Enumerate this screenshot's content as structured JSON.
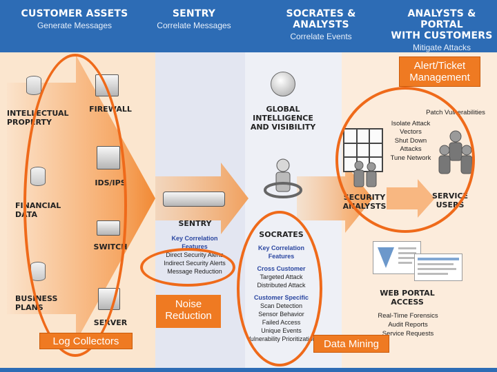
{
  "header": {
    "columns": [
      {
        "title": "CUSTOMER ASSETS",
        "subtitle": "Generate Messages"
      },
      {
        "title": "SENTRY",
        "subtitle": "Correlate Messages"
      },
      {
        "title": "SOCRATES & ANALYSTS",
        "subtitle": "Correlate Events"
      },
      {
        "title": "ANALYSTS & PORTAL",
        "title2": "WITH CUSTOMERS",
        "subtitle": "Mitigate Attacks"
      }
    ]
  },
  "assets": [
    {
      "line1": "INTELLECTUAL",
      "line2": "PROPERTY"
    },
    {
      "line1": "FINANCIAL",
      "line2": "DATA"
    },
    {
      "line1": "BUSINESS",
      "line2": "PLANS"
    }
  ],
  "devices": [
    "FIREWALL",
    "IDS/IPS",
    "SWITCH",
    "SERVER"
  ],
  "sentry": {
    "label": "SENTRY",
    "features_title1": "Key Correlation",
    "features_title2": "Features",
    "features": [
      "Direct Security Alerts",
      "Indirect Security Alerts",
      "Message Reduction"
    ]
  },
  "global": {
    "line1": "GLOBAL",
    "line2": "INTELLIGENCE",
    "line3": "AND VISIBILITY"
  },
  "socrates": {
    "label": "SOCRATES",
    "features_title1": "Key Correlation",
    "features_title2": "Features",
    "cross_customer_title": "Cross Customer",
    "cross_customer": [
      "Targeted Attack",
      "Distributed Attack"
    ],
    "customer_specific_title": "Customer Specific",
    "customer_specific": [
      "Scan Detection",
      "Sensor Behavior",
      "Failed Access",
      "Unique Events",
      "Vulnerability Prioritization"
    ]
  },
  "analysts": {
    "line1": "SECURITY",
    "line2": "ANALYSTS"
  },
  "service_users": {
    "line1": "SERVICE",
    "line2": "USERS"
  },
  "actions": [
    "Patch Vulnerabilities",
    "Isolate Attack",
    "Vectors",
    "Shut Down",
    "Attacks",
    "Tune Network"
  ],
  "web_portal": {
    "line1": "WEB PORTAL",
    "line2": "ACCESS",
    "items": [
      "Real-Time Forensics",
      "Audit Reports",
      "Service Requests"
    ]
  },
  "callouts": {
    "alert": {
      "line1": "Alert/Ticket",
      "line2": "Management"
    },
    "noise": {
      "line1": "Noise",
      "line2": "Reduction"
    },
    "log": "Log Collectors",
    "mining": "Data Mining"
  },
  "colors": {
    "header_blue": "#2d6cb5",
    "callout_orange": "#ef7a22",
    "ring_orange": "#ef6a1a",
    "feature_blue": "#2a46a0"
  }
}
